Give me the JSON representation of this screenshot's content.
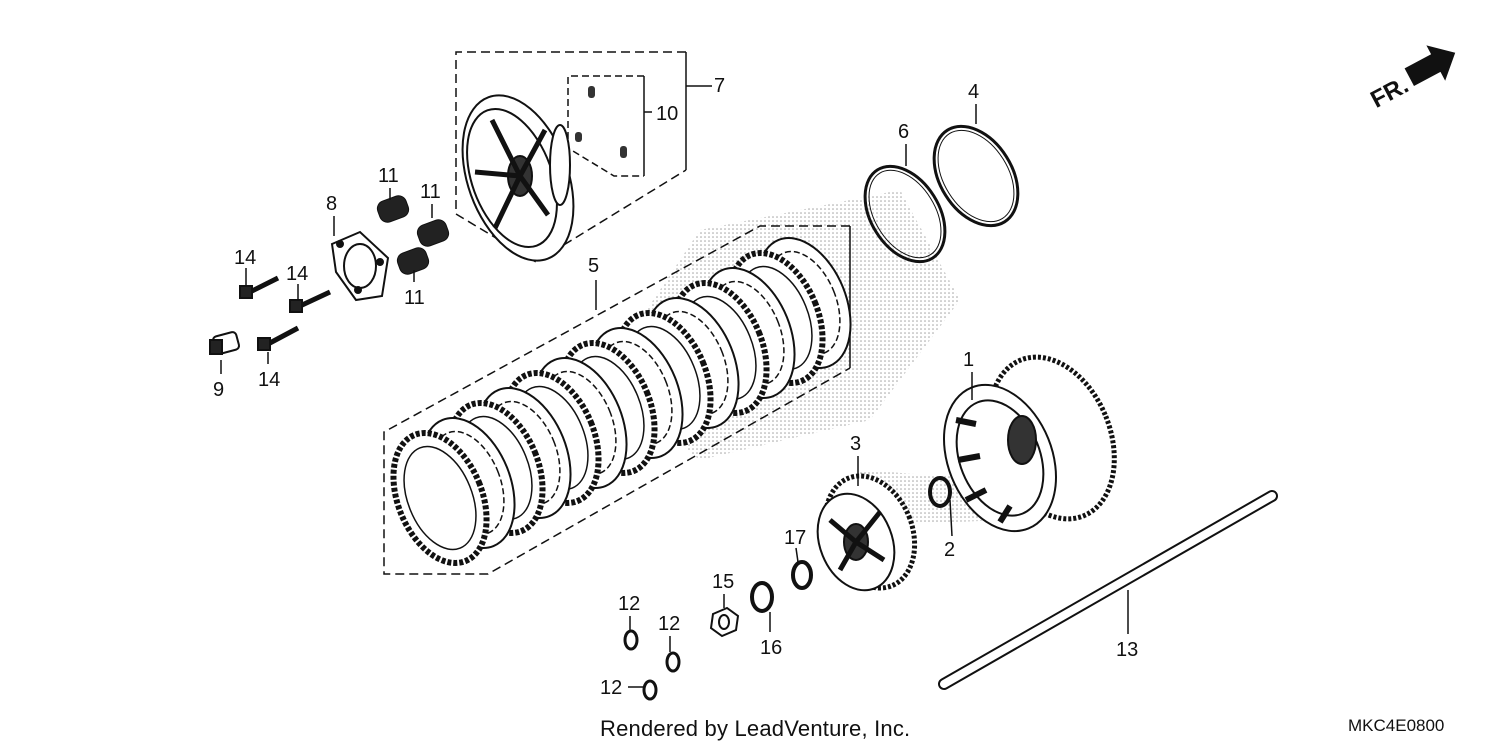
{
  "diagram": {
    "direction_label": "FR.",
    "footer_credit": "Rendered by LeadVenture, Inc.",
    "diagram_code": "MKC4E0800"
  },
  "callouts": [
    {
      "id": "c1",
      "text": "1"
    },
    {
      "id": "c2",
      "text": "2"
    },
    {
      "id": "c3",
      "text": "3"
    },
    {
      "id": "c4",
      "text": "4"
    },
    {
      "id": "c5",
      "text": "5"
    },
    {
      "id": "c6",
      "text": "6"
    },
    {
      "id": "c7",
      "text": "7"
    },
    {
      "id": "c8",
      "text": "8"
    },
    {
      "id": "c9",
      "text": "9"
    },
    {
      "id": "c10",
      "text": "10"
    },
    {
      "id": "c11a",
      "text": "11"
    },
    {
      "id": "c11b",
      "text": "11"
    },
    {
      "id": "c11c",
      "text": "11"
    },
    {
      "id": "c12a",
      "text": "12"
    },
    {
      "id": "c12b",
      "text": "12"
    },
    {
      "id": "c12c",
      "text": "12"
    },
    {
      "id": "c13",
      "text": "13"
    },
    {
      "id": "c14a",
      "text": "14"
    },
    {
      "id": "c14b",
      "text": "14"
    },
    {
      "id": "c14c",
      "text": "14"
    },
    {
      "id": "c15",
      "text": "15"
    },
    {
      "id": "c16",
      "text": "16"
    },
    {
      "id": "c17",
      "text": "17"
    }
  ]
}
